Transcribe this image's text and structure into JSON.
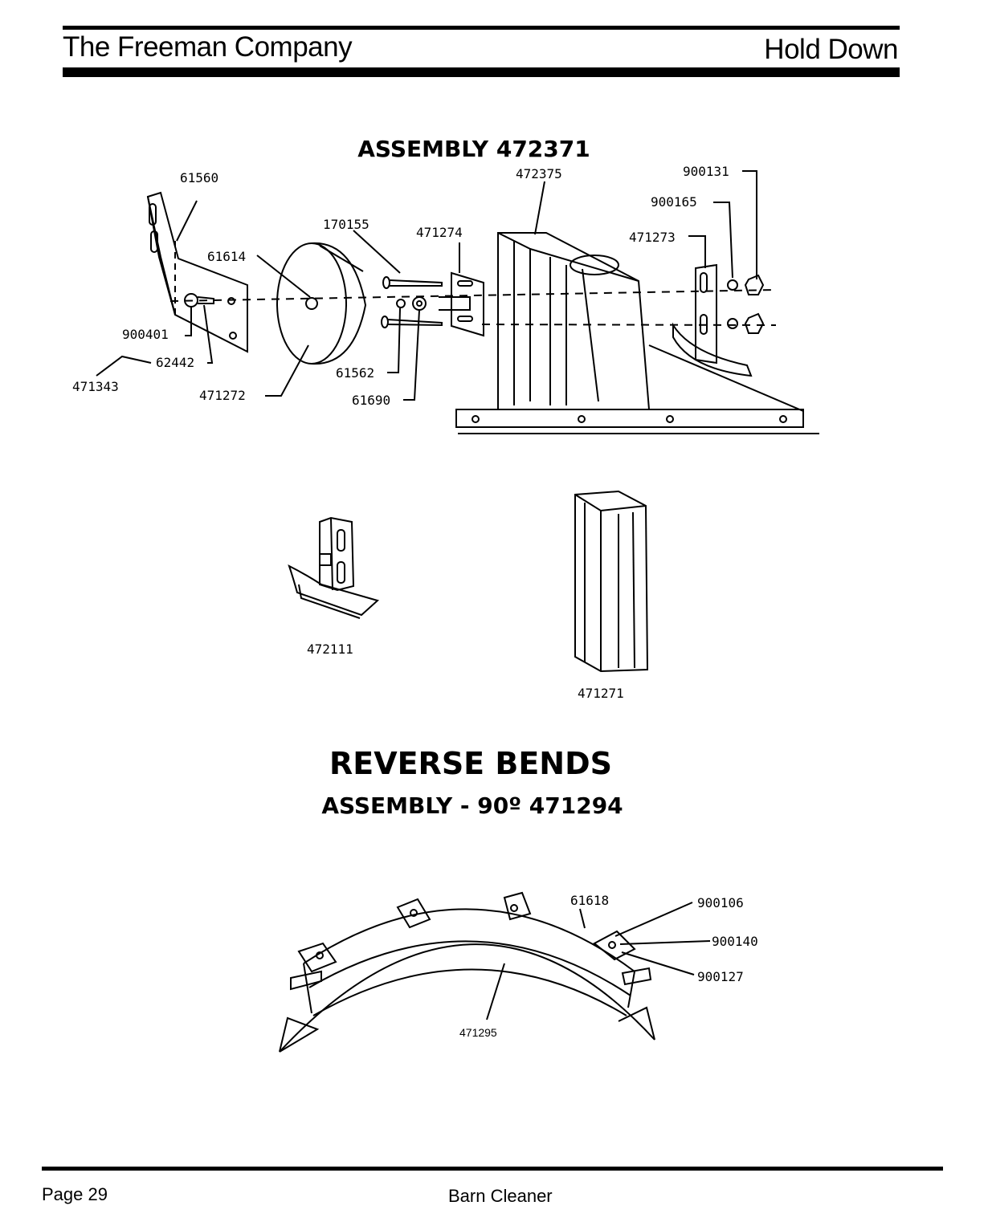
{
  "header": {
    "company": "The Freeman Company",
    "section": "Hold Down"
  },
  "footer": {
    "page": "Page 29",
    "product": "Barn Cleaner"
  },
  "assembly1": {
    "title": "ASSEMBLY 472371",
    "parts": {
      "p61560": "61560",
      "p472375": "472375",
      "p900131": "900131",
      "p900165": "900165",
      "p170155": "170155",
      "p471274": "471274",
      "p471273": "471273",
      "p61614": "61614",
      "p900401": "900401",
      "p62442": "62442",
      "p471343": "471343",
      "p471272": "471272",
      "p61562": "61562",
      "p61690": "61690"
    }
  },
  "loose_parts": {
    "p472111": "472111",
    "p471271": "471271"
  },
  "reverse_bends": {
    "title": "REVERSE BENDS",
    "subtitle": "ASSEMBLY - 90º 471294",
    "parts": {
      "p61618": "61618",
      "p900106": "900106",
      "p900140": "900140",
      "p900127": "900127",
      "p471295": "471295"
    }
  }
}
